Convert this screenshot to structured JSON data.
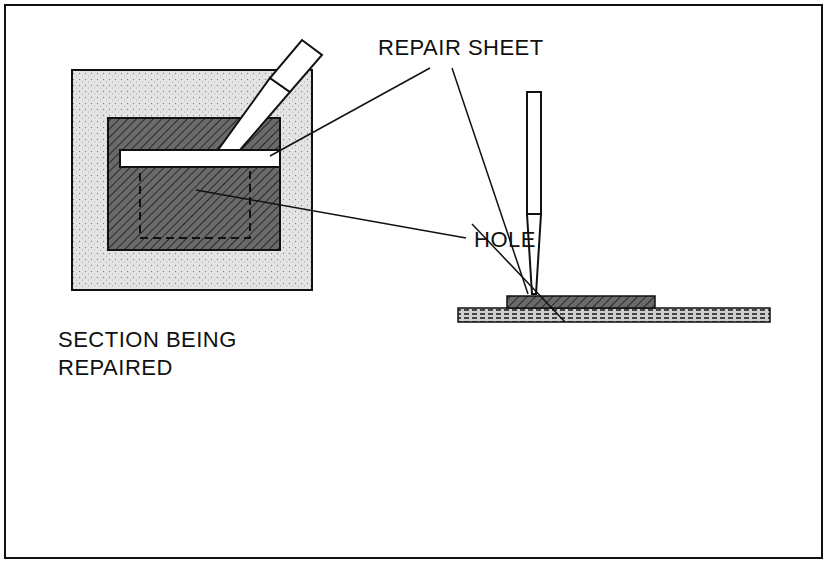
{
  "diagram": {
    "labels": [
      "REPAIR SHEET",
      "HOLE",
      "SECTION BEING REPAIRED"
    ]
  }
}
